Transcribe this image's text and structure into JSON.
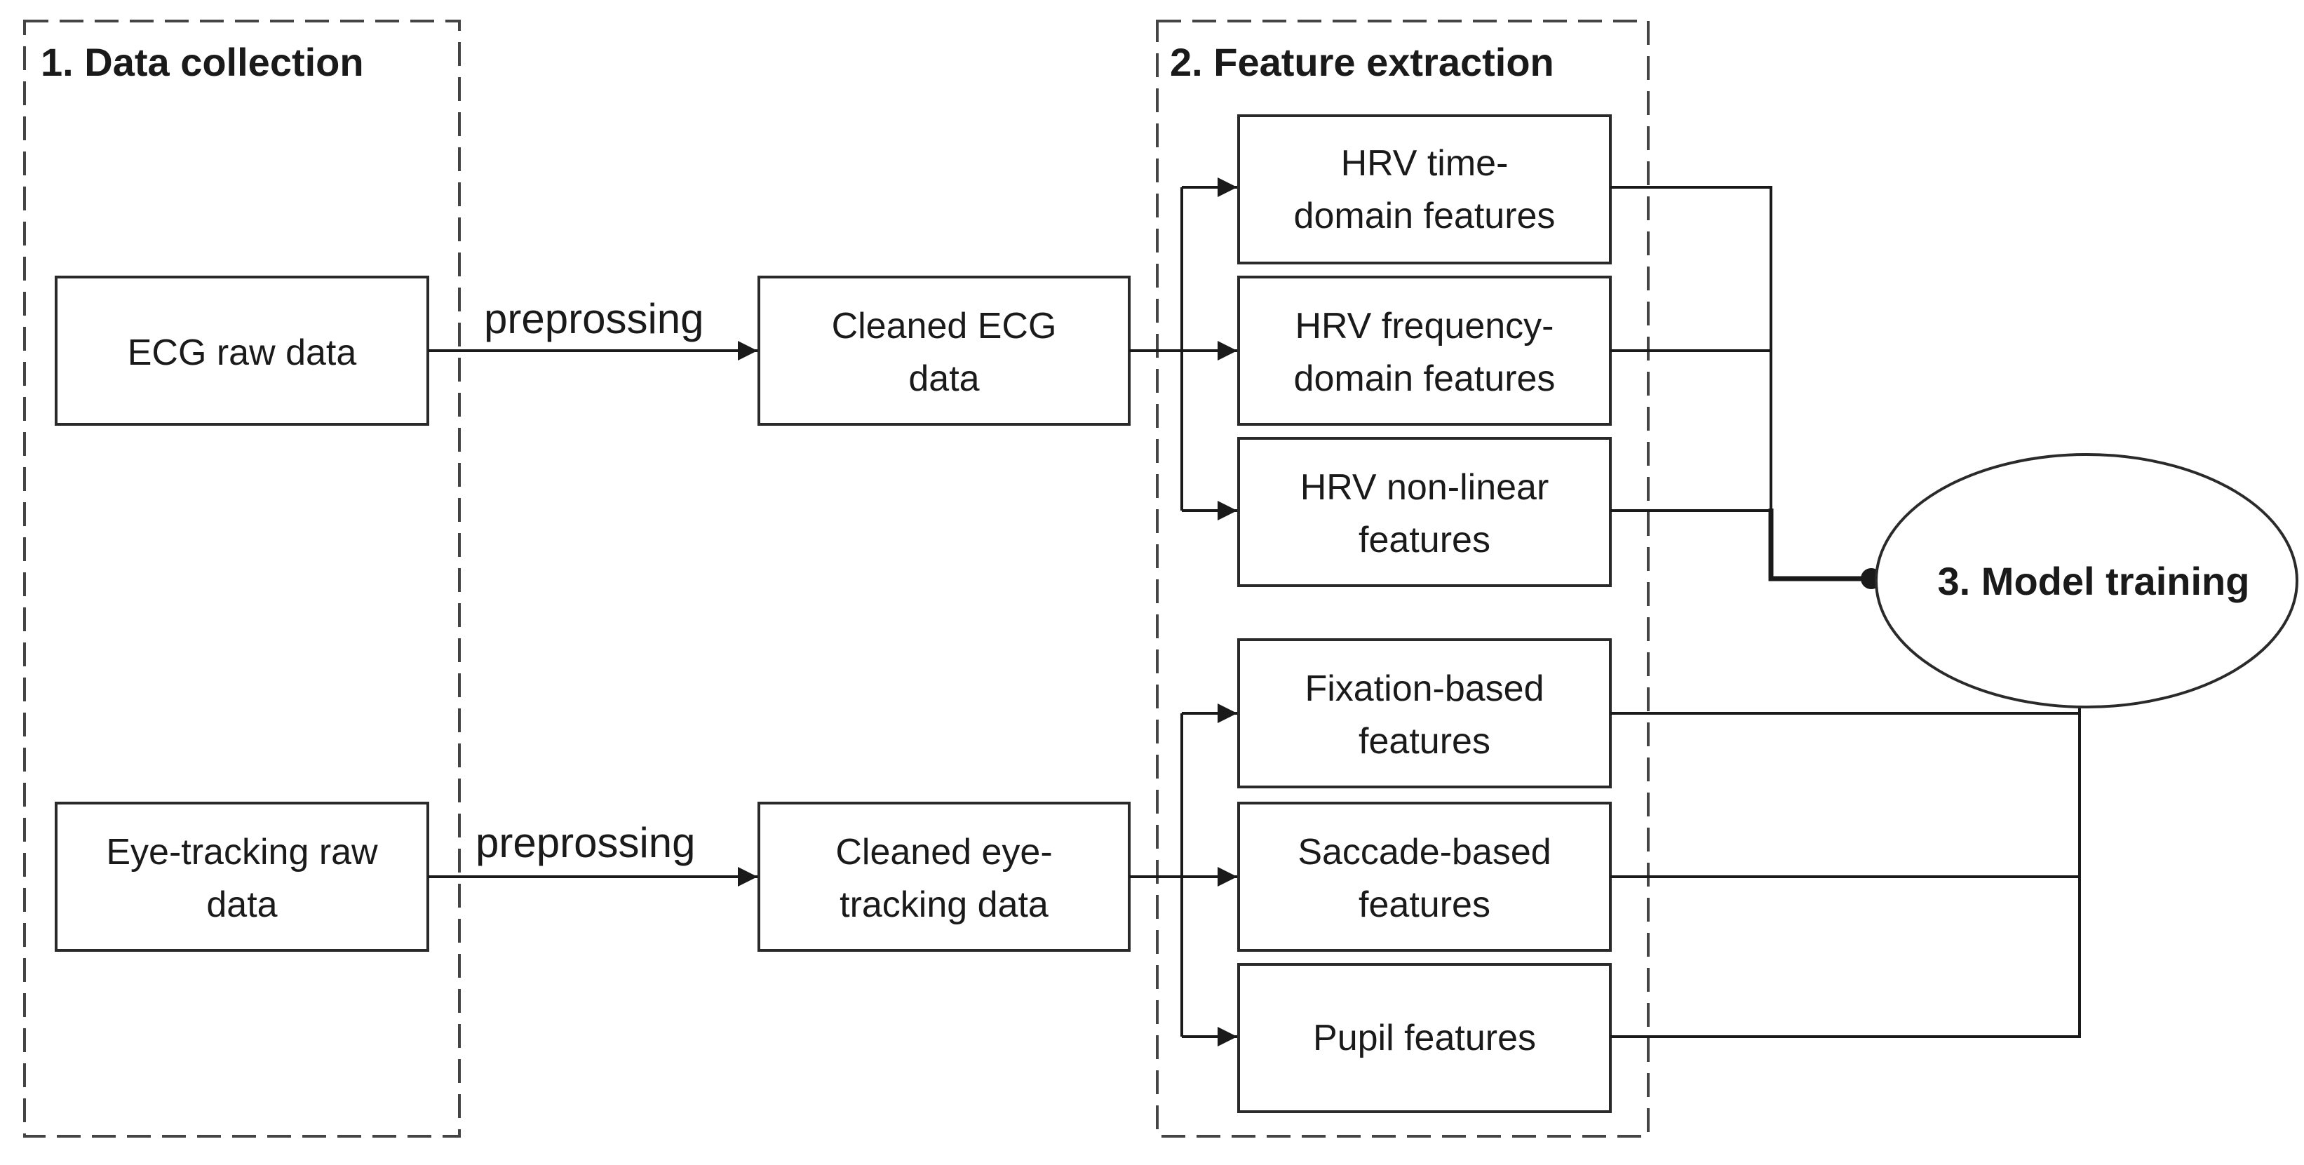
{
  "panels": {
    "data_collection": "1. Data collection",
    "feature_extraction": "2. Feature extraction"
  },
  "raw": {
    "ecg": [
      "ECG raw data"
    ],
    "eye": [
      "Eye-tracking raw",
      "data"
    ]
  },
  "edges": {
    "ecg_preprocess": "preprossing",
    "eye_preprocess": "preprossing"
  },
  "cleaned": {
    "ecg": [
      "Cleaned ECG",
      "data"
    ],
    "eye": [
      "Cleaned eye-",
      "tracking data"
    ]
  },
  "features": {
    "hrv_time": [
      "HRV time-",
      "domain features"
    ],
    "hrv_freq": [
      "HRV frequency-",
      "domain features"
    ],
    "hrv_nonlinear": [
      "HRV non-linear",
      "features"
    ],
    "fixation": [
      "Fixation-based",
      "features"
    ],
    "saccade": [
      "Saccade-based",
      "features"
    ],
    "pupil": [
      "Pupil features"
    ]
  },
  "model": "3. Model training",
  "colors": {
    "stroke": "#1a1a1a",
    "background": "#ffffff"
  }
}
